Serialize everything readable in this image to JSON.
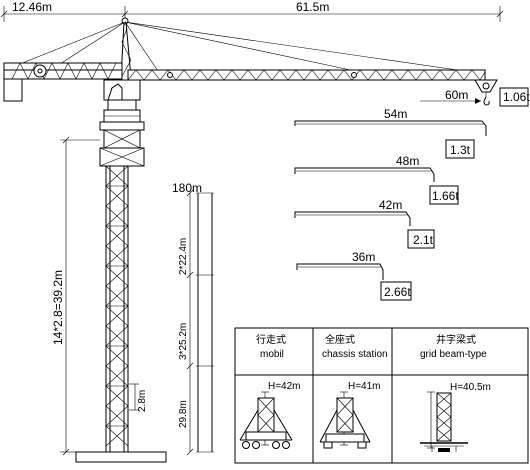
{
  "drawing": {
    "top_dimensions": {
      "counter_jib": "12.46m",
      "main_jib": "61.5m"
    },
    "tip_load": {
      "radius": "60m",
      "capacity": "1.06t"
    },
    "load_curves": [
      {
        "radius": "54m",
        "capacity": "1.3t"
      },
      {
        "radius": "48m",
        "capacity": "1.66t"
      },
      {
        "radius": "42m",
        "capacity": "2.1t"
      },
      {
        "radius": "36m",
        "capacity": "2.66t"
      }
    ],
    "mast_height_label": "14*2.8=39.2m",
    "section_height_label": "2.8m",
    "height_scale": {
      "top": "180m",
      "segments": [
        "2*22.4m",
        "3*25.2m",
        "29.8m"
      ]
    }
  },
  "configurations": [
    {
      "label_cn": "行走式",
      "label_en": "mobil",
      "height": "H=42m"
    },
    {
      "label_cn": "全座式",
      "label_en": "chassis station",
      "height": "H=41m"
    },
    {
      "label_cn": "井字梁式",
      "label_en": "grid beam-type",
      "height": "H=40.5m"
    }
  ]
}
